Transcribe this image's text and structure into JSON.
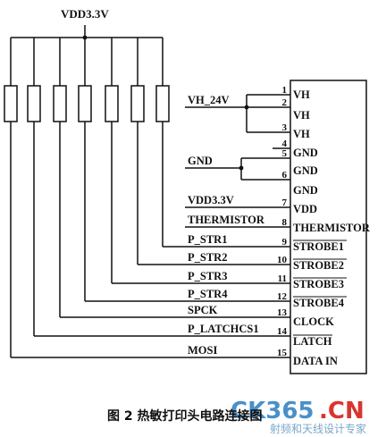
{
  "supply_label": "VDD3.3V",
  "resistor_count": 7,
  "connector": {
    "pins": [
      {
        "num": "1",
        "name": "VH"
      },
      {
        "num": "2",
        "name": "VH"
      },
      {
        "num": "3",
        "name": "VH"
      },
      {
        "num": "4",
        "name": "GND"
      },
      {
        "num": "5",
        "name": "GND"
      },
      {
        "num": "6",
        "name": "GND"
      },
      {
        "num": "7",
        "name": "VDD"
      },
      {
        "num": "8",
        "name": "THERMISTOR"
      },
      {
        "num": "9",
        "name": "STROBE1"
      },
      {
        "num": "10",
        "name": "STROBE2"
      },
      {
        "num": "11",
        "name": "STROBE3"
      },
      {
        "num": "12",
        "name": "STROBE4"
      },
      {
        "num": "13",
        "name": "CLOCK"
      },
      {
        "num": "14",
        "name": "LATCH"
      },
      {
        "num": "15",
        "name": "DATA IN"
      }
    ]
  },
  "nets": {
    "vh": "VH_24V",
    "gnd": "GND",
    "vdd": "VDD3.3V",
    "thermistor": "THERMISTOR",
    "p_str1": "P_STR1",
    "p_str2": "P_STR2",
    "p_str3": "P_STR3",
    "p_str4": "P_STR4",
    "spck": "SPCK",
    "latch": "P_LATCHCS1",
    "mosi": "MOSI"
  },
  "caption": "图 2   热敏打印头电路连接图",
  "watermark": {
    "logo_text_1": "CK365",
    "logo_text_2": ".CN",
    "subtitle": "射频和天线设计专家"
  },
  "colors": {
    "ink": "#111111",
    "watermark_blue": "#4a90c8",
    "watermark_red": "#d9352f"
  }
}
